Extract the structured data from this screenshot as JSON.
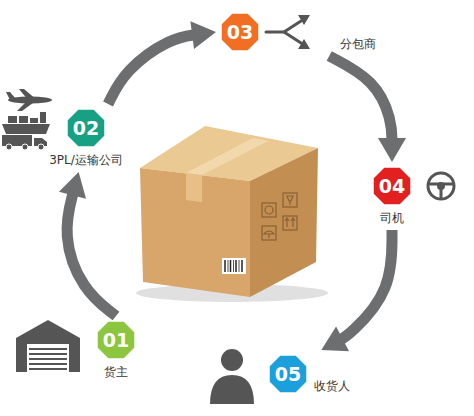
{
  "diagram": {
    "nodes": [
      {
        "text": [
          "01",
          "货主"
        ]
      },
      {
        "text": [
          "02",
          "3PL/运输公司"
        ]
      },
      {
        "text": [
          "03",
          "分包商"
        ]
      },
      {
        "text": [
          "04",
          "司机"
        ]
      },
      {
        "text": [
          "05",
          "收货人"
        ]
      }
    ],
    "edges": [
      {
        "from": 0,
        "to": 1,
        "arrow": "to"
      },
      {
        "from": 1,
        "to": 2,
        "arrow": "to"
      },
      {
        "from": 2,
        "to": 3,
        "arrow": "to"
      },
      {
        "from": 3,
        "to": 4,
        "arrow": "to"
      }
    ]
  }
}
